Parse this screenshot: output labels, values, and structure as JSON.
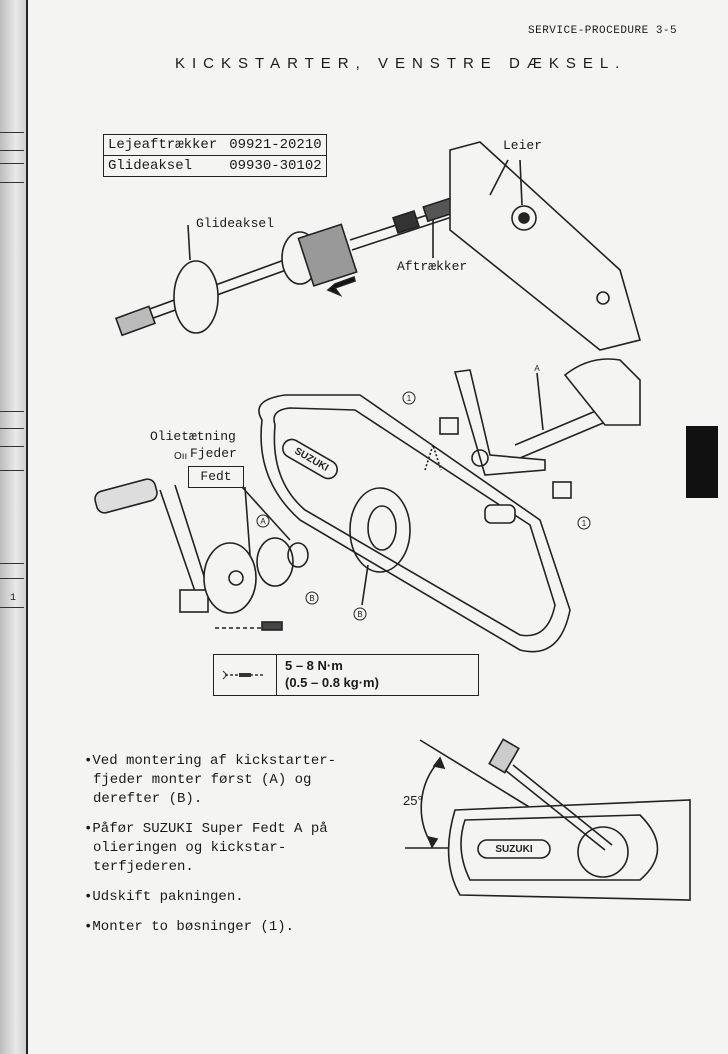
{
  "page": {
    "header": "SERVICE-PROCEDURE   3-5",
    "section_number": "3-5",
    "title": "KICKSTARTER, VENSTRE DÆKSEL."
  },
  "special_tools": {
    "rows": [
      {
        "name": "Lejeaftrækker",
        "code": "09921-20210"
      },
      {
        "name": "Glideaksel",
        "code": "09930-30102"
      }
    ]
  },
  "diagram_labels": {
    "leier": "Leier",
    "glideaksel": "Glideaksel",
    "aftraekker": "Aftrækker",
    "olietaetning": "Olietætning",
    "o_mark": "Oıı",
    "fjeder": "Fjeder",
    "fedt": "Fedt",
    "callout_a": "A",
    "callout_b": "B",
    "callout_1": "1",
    "shaft_a": "A",
    "brand": "SUZUKI",
    "angle": "25°"
  },
  "torque": {
    "icon": "torque-wrench-icon",
    "line1": "5 – 8 N·m",
    "line2": "(0.5 – 0.8 kg·m)"
  },
  "instructions": [
    "•Ved montering af kickstarter-fjeder monter først (A) og derefter (B).",
    "•Påfør SUZUKI Super Fedt A på olieringen og kickstar-terfjederen.",
    "•Udskift pakningen.",
    "•Monter to bøsninger (1)."
  ],
  "spine_fragment": "1"
}
